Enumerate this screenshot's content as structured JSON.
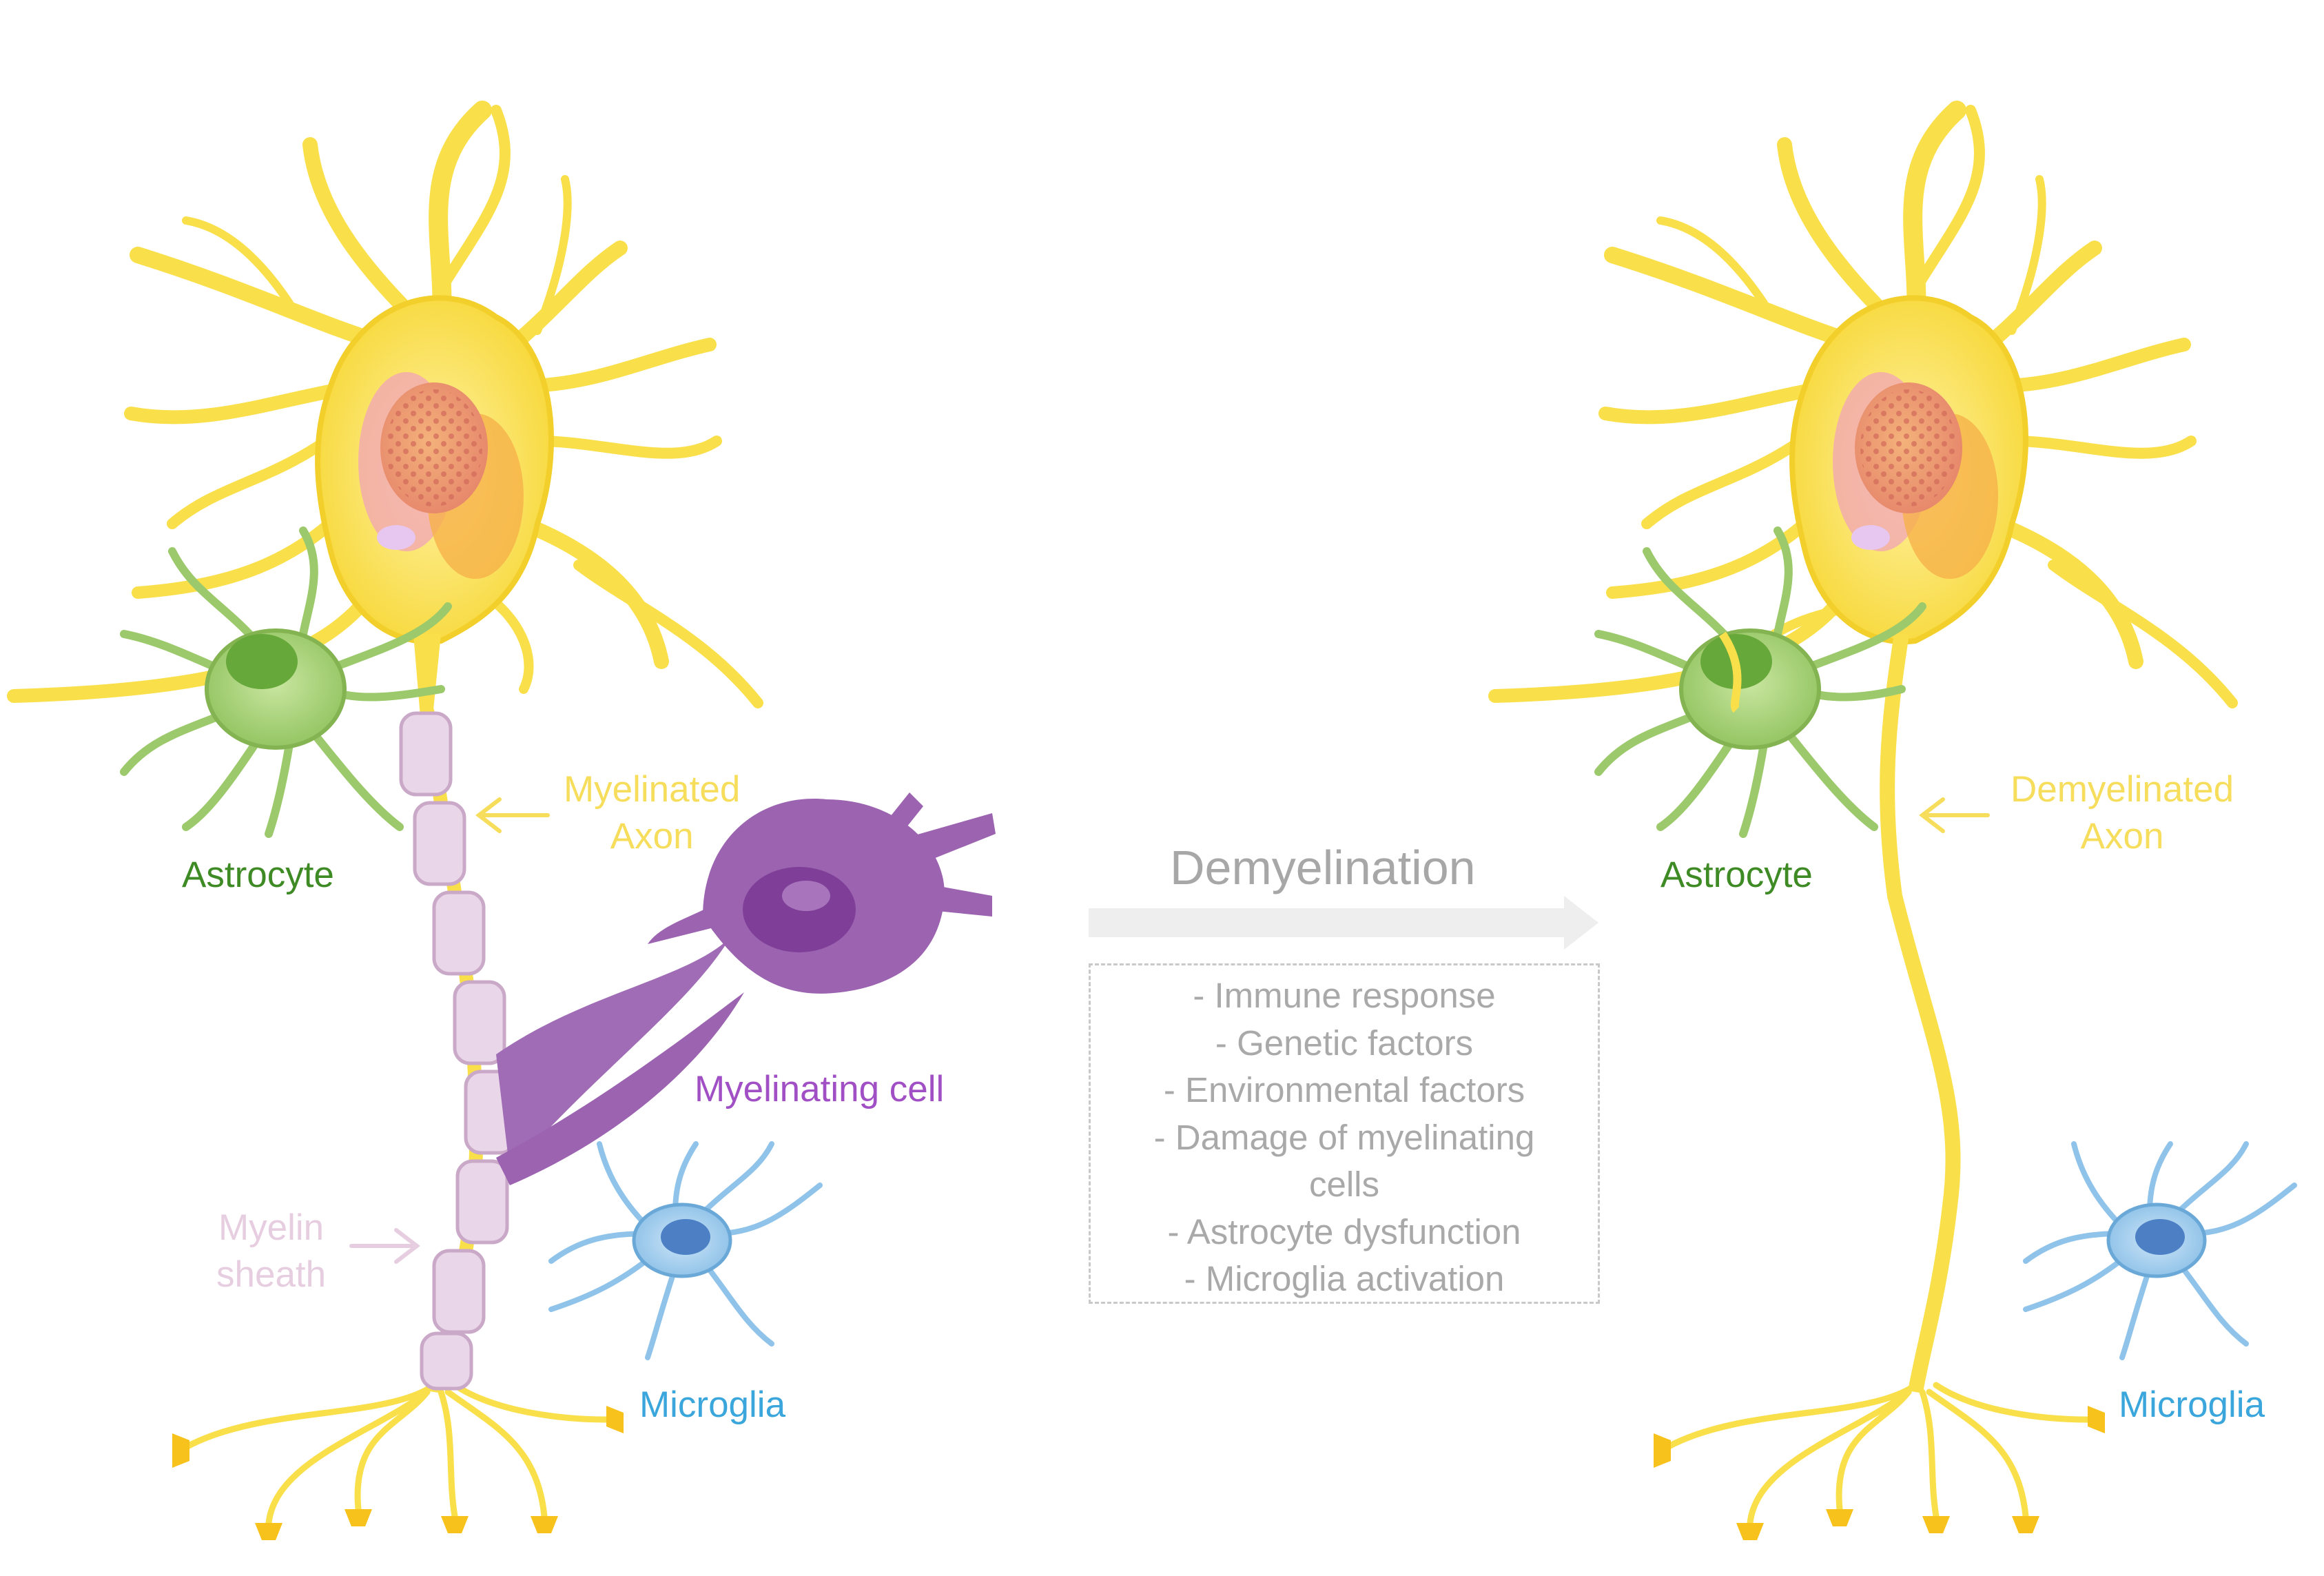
{
  "left_panel": {
    "myelinated_axon_label": [
      "Myelinated",
      "Axon"
    ],
    "astrocyte_label": "Astrocyte",
    "myelinating_cell_label": "Myelinating cell",
    "myelin_sheath_label": [
      "Myelin",
      "sheath"
    ],
    "microglia_label": "Microglia"
  },
  "center": {
    "title": "Demyelination",
    "factors": [
      "- Immune response",
      "- Genetic factors",
      "- Environmental factors",
      "- Damage of myelinating",
      "cells",
      "- Astrocyte dysfunction",
      "- Microglia activation"
    ]
  },
  "right_panel": {
    "demyelinated_axon_label": [
      "Demyelinated",
      "Axon"
    ],
    "astrocyte_label": "Astrocyte",
    "microglia_label": "Microglia"
  },
  "colors": {
    "neuron_yellow": "#f9e04b",
    "astrocyte_green": "#9cc96b",
    "myelinating_purple": "#9b63b0",
    "microglia_blue": "#8fc3ea",
    "myelin_pink": "#e8d3e6",
    "arrow_gray": "#eeeeee"
  },
  "icons": [
    "neuron-illustration",
    "astrocyte-illustration",
    "oligodendrocyte-illustration",
    "microglia-illustration"
  ]
}
